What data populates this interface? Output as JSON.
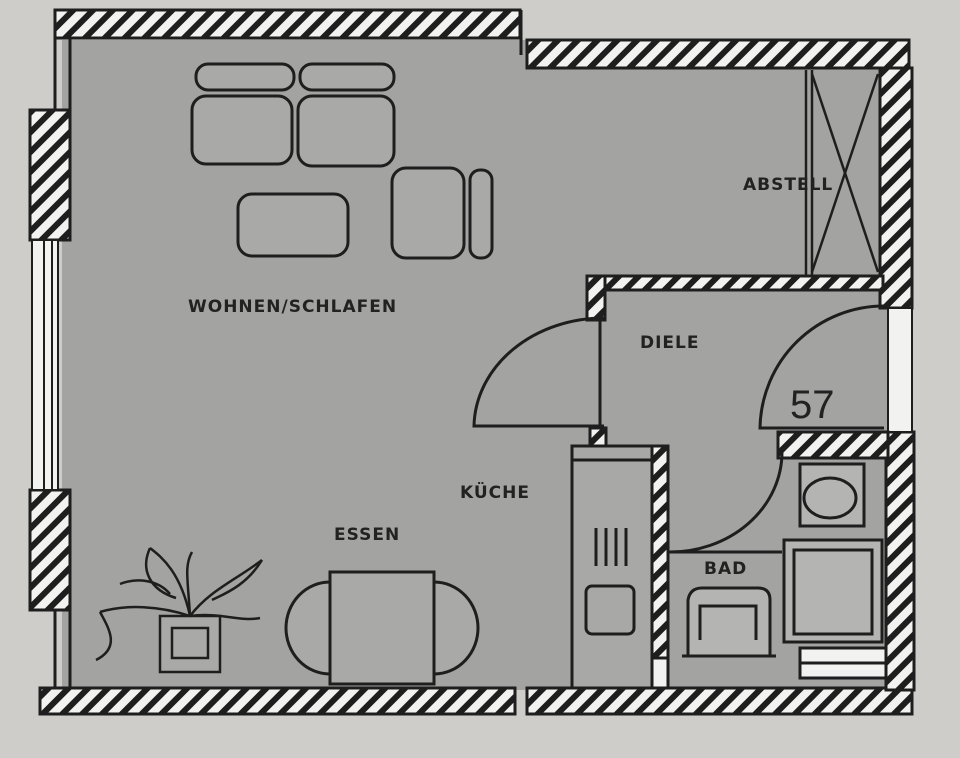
{
  "labels": {
    "wohnen": "WOHNEN/SCHLAFEN",
    "abstell": "ABSTELL",
    "diele": "DIELE",
    "kuche": "KÜCHE",
    "essen": "ESSEN",
    "bad": "BAD",
    "number": "57"
  },
  "colors": {
    "paper": "#cfcdca",
    "floor": "#a3a3a1",
    "line": "#1e1e1e",
    "wall_fill": "#f2f2f0"
  }
}
